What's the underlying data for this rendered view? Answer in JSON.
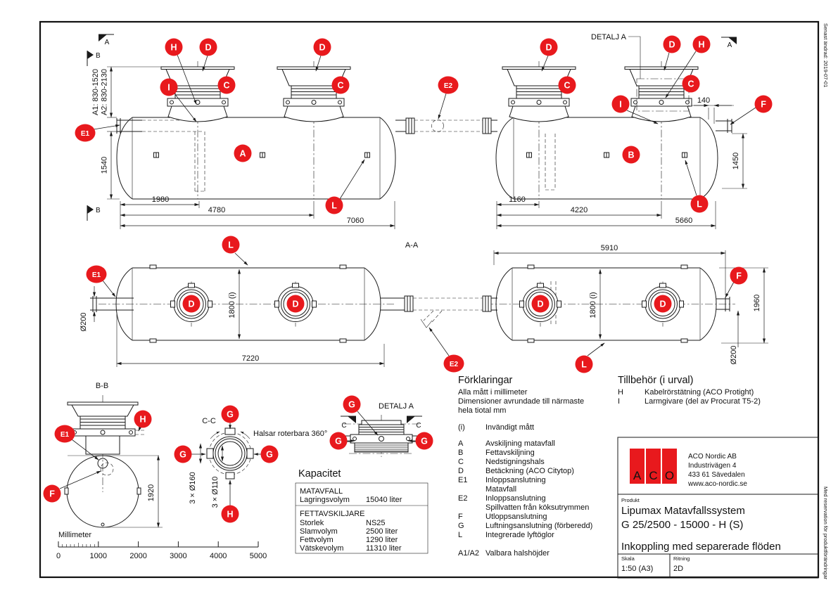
{
  "frame": {
    "top_note": "Senast ändrad: 2019-07-01",
    "bottom_note": "Med reservation för produktförändringar"
  },
  "letters": {
    "A": "A",
    "B": "B",
    "C": "C",
    "D": "D",
    "E1": "E1",
    "E2": "E2",
    "F": "F",
    "G": "G",
    "H": "H",
    "I": "I",
    "L": "L"
  },
  "sections": {
    "aa": "A-A",
    "bb": "B-B",
    "cc": "C-C",
    "detail_callout": "DETALJ A",
    "detail_title": "DETALJ A",
    "cut_a": "A",
    "cut_b": "B",
    "cut_c": "C",
    "halsar_note": "Halsar roterbara 360°"
  },
  "dims": {
    "a1": "A1: 830-1520",
    "a2": "A2: 830-2130",
    "h1540": "1540",
    "w1980": "1980",
    "w4780": "4780",
    "w7060": "7060",
    "w1160": "1160",
    "w4220": "4220",
    "w5660": "5660",
    "w140": "140",
    "h1450": "1450",
    "dia200": "Ø200",
    "w7220": "7220",
    "h1800i": "1800 (i)",
    "w5910": "5910",
    "h1960": "1960",
    "h1920": "1920",
    "d160": "3 × Ø160",
    "d110": "3 × Ø110"
  },
  "scalebar": {
    "title": "Millimeter",
    "t0": "0",
    "t1": "1000",
    "t2": "2000",
    "t3": "3000",
    "t4": "4000",
    "t5": "5000"
  },
  "kapacitet": {
    "title": "Kapacitet",
    "sec1": "MATAVFALL",
    "rows1": [
      {
        "k": "Lagringsvolym",
        "v": "15040 liter"
      }
    ],
    "sec2": "FETTAVSKILJARE",
    "rows2": [
      {
        "k": "Storlek",
        "v": "NS25"
      },
      {
        "k": "Slamvolym",
        "v": "2500 liter"
      },
      {
        "k": "Fettvolym",
        "v": "1290 liter"
      },
      {
        "k": "Vätskevolym",
        "v": "11310 liter"
      }
    ]
  },
  "forklaringar": {
    "title": "Förklaringar",
    "note1": "Alla mått i millimeter",
    "note2": "Dimensioner avrundade till närmaste",
    "note3": "hela tiotal mm",
    "i_key": "(i)",
    "i_val": "Invändigt mått",
    "items": [
      {
        "key": "A",
        "val": "Avskiljning matavfall"
      },
      {
        "key": "B",
        "val": "Fettavskiljning"
      },
      {
        "key": "C",
        "val": "Nedstigningshals"
      },
      {
        "key": "D",
        "val": "Betäckning (ACO Citytop)"
      },
      {
        "key": "E1",
        "val": "Inloppsanslutning",
        "val2": "Matavfall"
      },
      {
        "key": "E2",
        "val": "Inloppsanslutning",
        "val2": "Spillvatten från köksutrymmen"
      },
      {
        "key": "F",
        "val": "Utloppsanslutning"
      },
      {
        "key": "G",
        "val": "Luftningsanslutning (förberedd)"
      },
      {
        "key": "L",
        "val": "Integrerade lyftöglor"
      },
      {
        "key": "A1/A2",
        "val": "Valbara halshöjder"
      }
    ]
  },
  "tillbehor": {
    "title": "Tillbehör (i urval)",
    "items": [
      {
        "key": "H",
        "val": "Kabelrörstätning (ACO Protight)"
      },
      {
        "key": "I",
        "val": "Larmgivare (del av Procurat T5-2)"
      }
    ]
  },
  "logo": {
    "l1": "A",
    "l2": "C",
    "l3": "O",
    "line1": "ACO Nordic AB",
    "line2": "Industrivägen 4",
    "line3": "433 61  Sävedalen",
    "line4": "www.aco-nordic.se"
  },
  "titleblock": {
    "produkt_label": "Produkt",
    "product1": "Lipumax Matavfallssystem",
    "product2": "G 25/2500 - 15000 - H (S)",
    "subtitle": "Inkoppling med separerade flöden",
    "skala_label": "Skala",
    "skala": "1:50 (A3)",
    "ritning_label": "Ritning",
    "ritning": "2D"
  },
  "colors": {
    "accent_red": "#e8191d",
    "line": "#1a1a1a"
  }
}
